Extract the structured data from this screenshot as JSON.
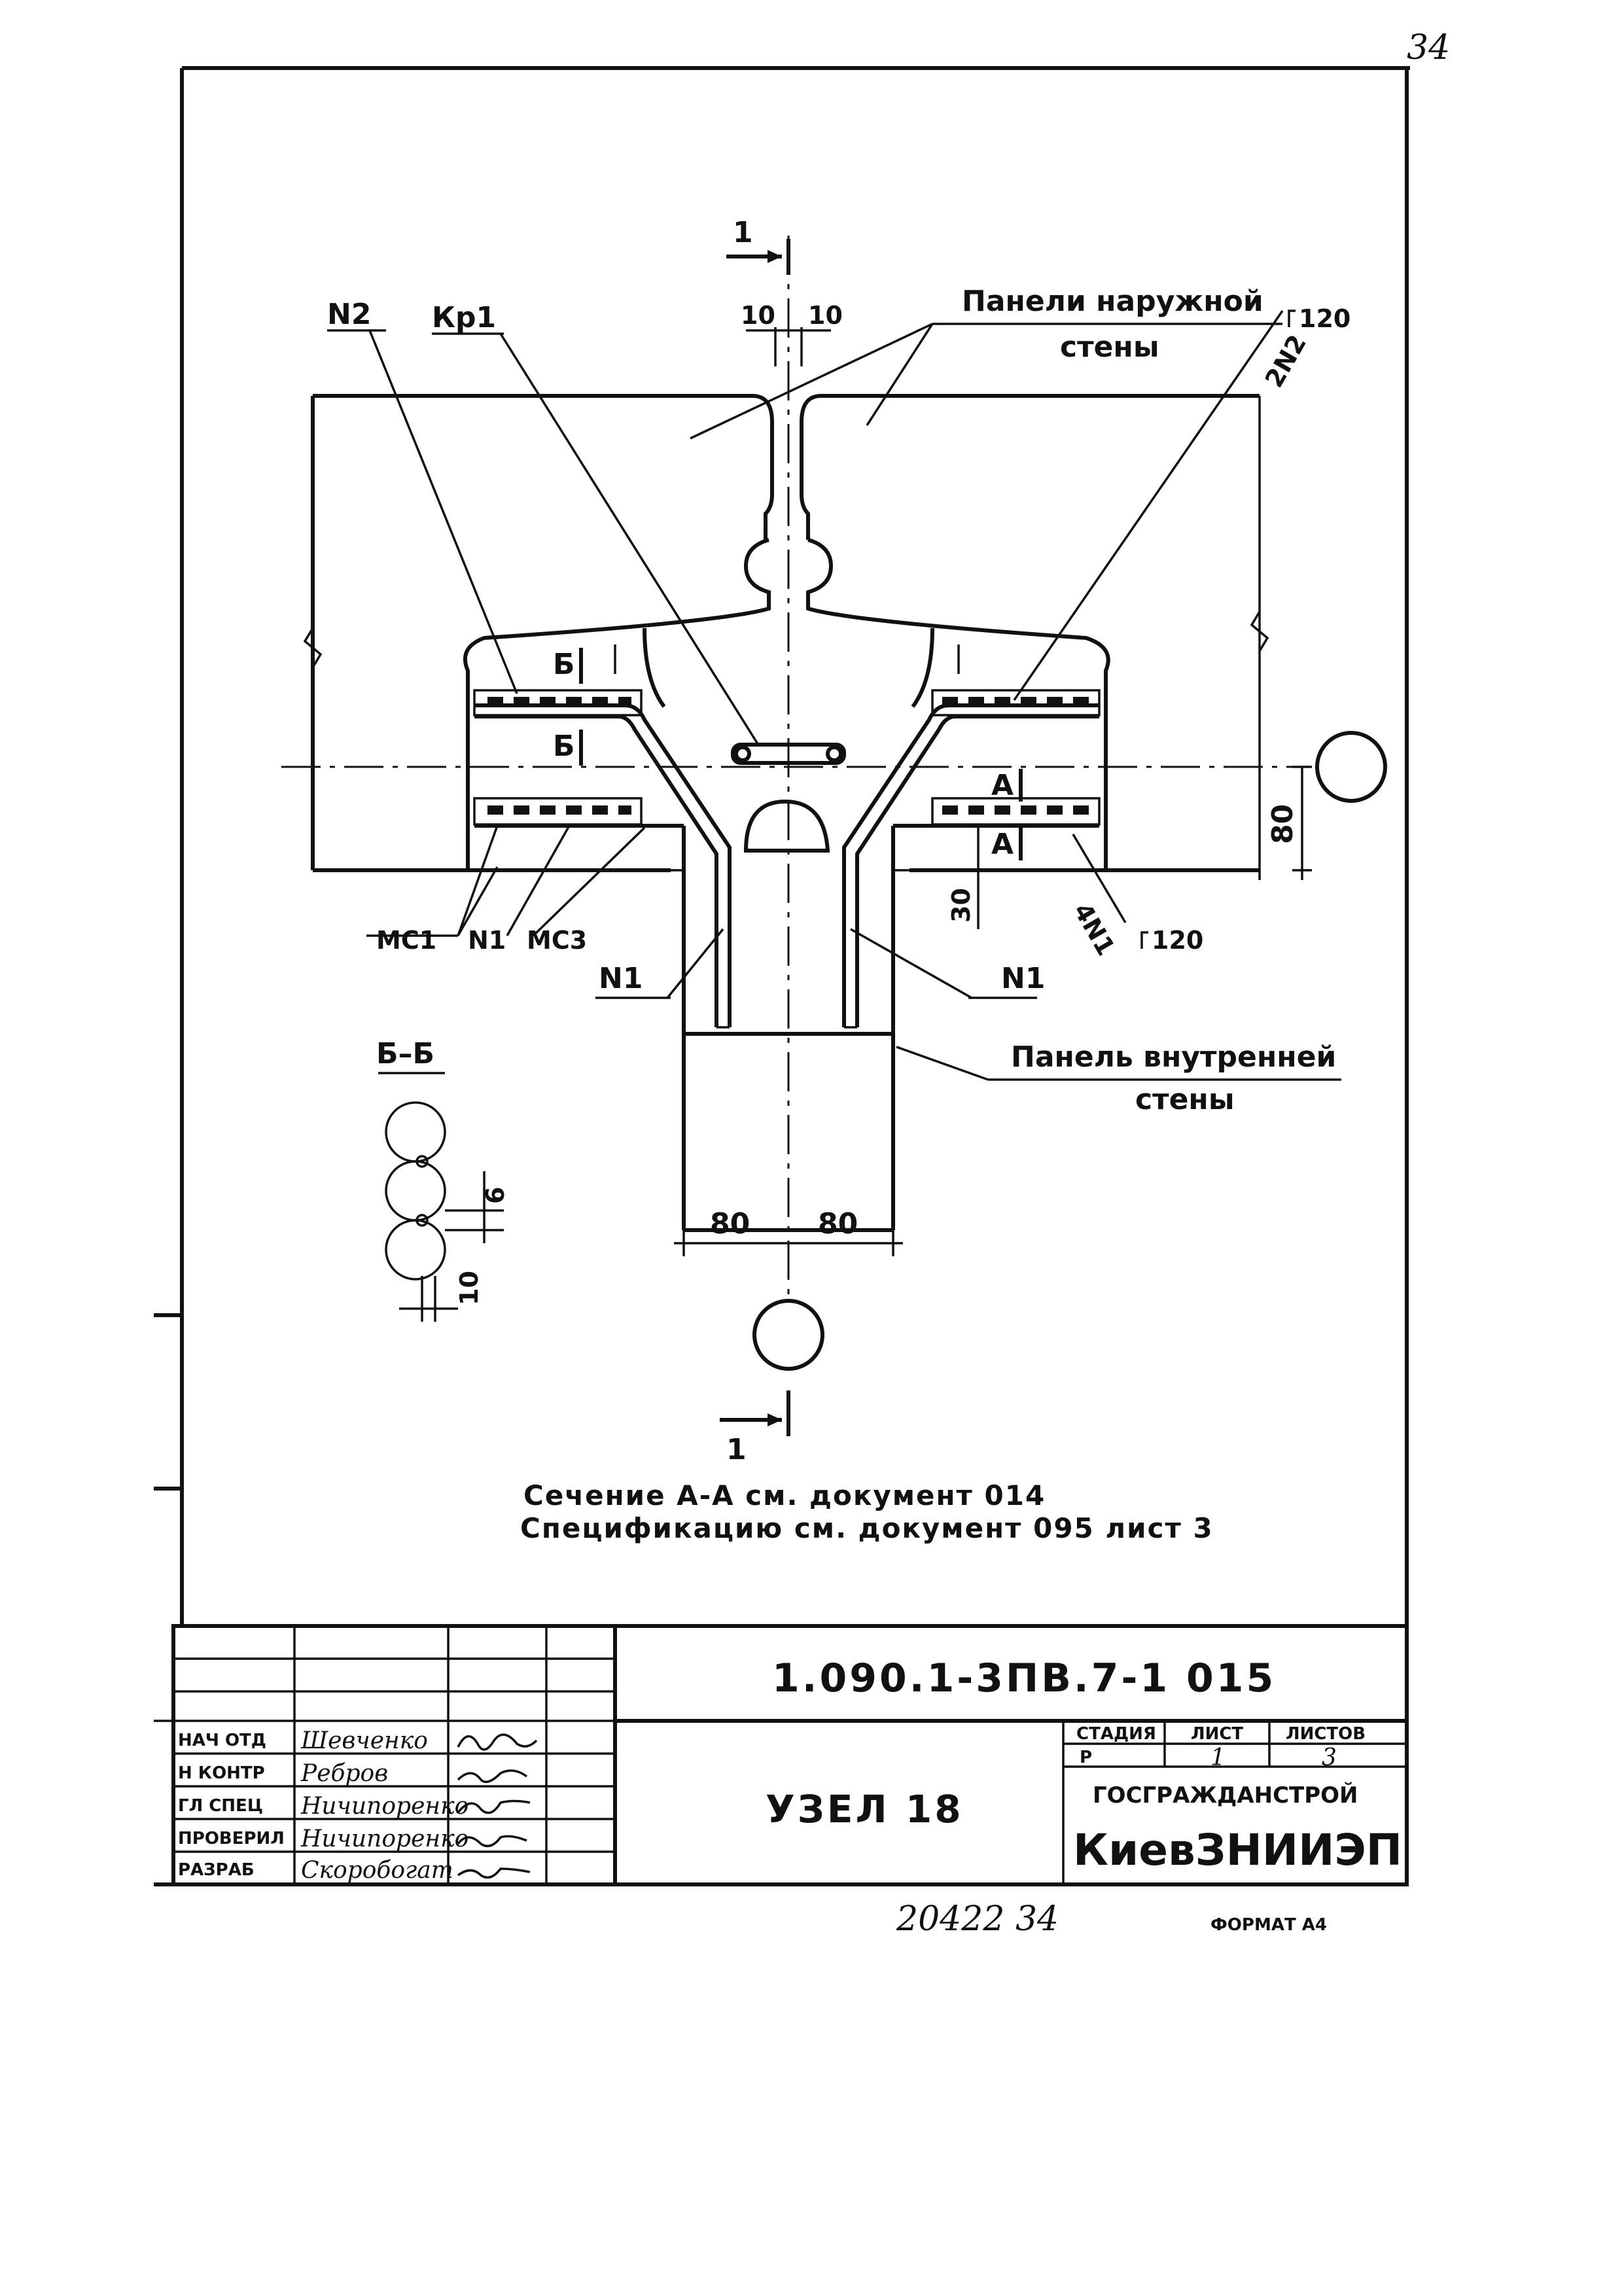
{
  "sheet_corner_number": "34",
  "labels": {
    "n2_top": "N2",
    "kp1": "Кр1",
    "outer_panels_line1": "Панели наружной",
    "outer_panels_line2": "стены",
    "dim_10_left": "10",
    "dim_10_right": "10",
    "ref_2n2": "2N2",
    "ref_2n2_len": "120",
    "section_b_upper": "Б",
    "section_b_lower": "Б",
    "section_a_upper": "А",
    "section_a_lower": "А",
    "dim_80_vertical": "80",
    "dim_30": "30",
    "ref_4n1": "4N1",
    "ref_4n1_len": "120",
    "mc1": "МС1",
    "n1_bottom": "N1",
    "mc3": "МС3",
    "n1_left": "N1",
    "n1_right": "N1",
    "inner_panel_line1": "Панель внутренней",
    "inner_panel_line2": "стены",
    "section_1_top": "1",
    "section_1_bottom": "1",
    "dim_80_left": "80",
    "dim_80_right": "80",
    "bb_title": "Б–Б",
    "bb_dim_6": "6",
    "bb_dim_10": "10"
  },
  "notes": {
    "line1": "Сечение А-А см. документ 014",
    "line2": "Спецификацию см. документ 095 лист 3"
  },
  "title_block": {
    "code": "1.090.1-3ПВ.7-1   015",
    "title": "УЗЕЛ 18",
    "stage_header": "СТАДИЯ",
    "sheet_header": "ЛИСТ",
    "sheets_header": "ЛИСТОВ",
    "stage_value": "Р",
    "sheet_value": "1",
    "sheets_value": "3",
    "org_line1": "ГОСГРАЖДАНСТРОЙ",
    "org_line2": "КиевЗНИИЭП",
    "rows": [
      {
        "role": "НАЧ ОТД",
        "name": "Шевченко"
      },
      {
        "role": "Н КОНТР",
        "name": "Ребров"
      },
      {
        "role": "ГЛ СПЕЦ",
        "name": "Ничипоренко"
      },
      {
        "role": "ПРОВЕРИЛ",
        "name": "Ничипоренко"
      },
      {
        "role": "РАЗРАБ",
        "name": "Скоробогат"
      }
    ]
  },
  "footer": {
    "inventory_number": "20422   34",
    "format": "ФОРМАТ А4"
  }
}
